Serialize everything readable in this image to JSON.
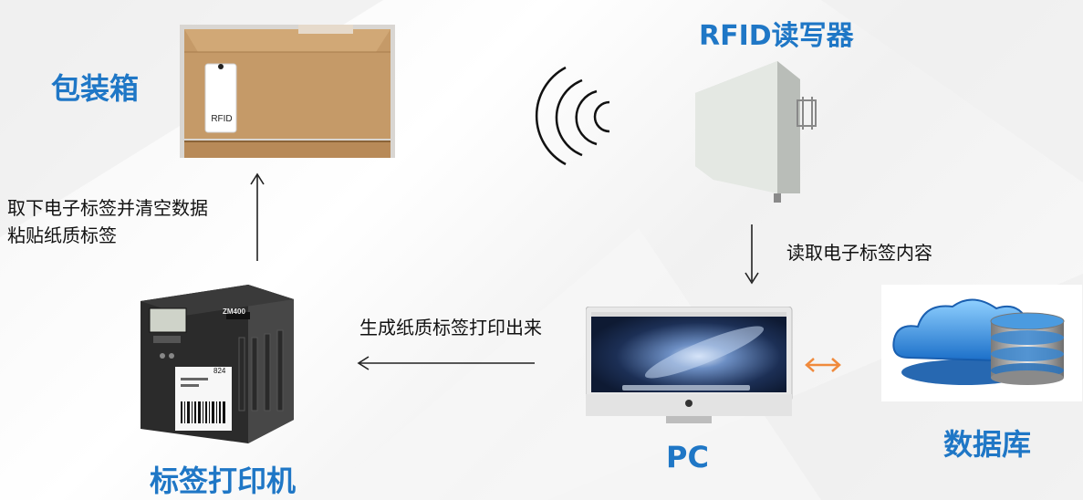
{
  "nodes": {
    "box": {
      "title": "包装箱",
      "tag_label": "RFID"
    },
    "reader": {
      "title": "RFID读写器"
    },
    "pc": {
      "title": "PC"
    },
    "database": {
      "title": "数据库"
    },
    "printer": {
      "title": "标签打印机",
      "model": "ZM400",
      "ticket_no": "824"
    }
  },
  "edges": {
    "printer_to_box": {
      "lines": [
        "取下电子标签并清空数据",
        "粘贴纸质标签"
      ]
    },
    "reader_to_pc": {
      "label": "读取电子标签内容"
    },
    "pc_to_printer": {
      "label": "生成纸质标签打印出来"
    },
    "pc_db": {
      "label": ""
    }
  },
  "colors": {
    "title_blue": "#1f77c6",
    "exchange_arrow": "#f08a3c",
    "arrow": "#222222"
  },
  "icons": {
    "box": "cardboard-box-with-rfid-tag",
    "reader": "rfid-panel-antenna",
    "signal": "radio-wave-arcs",
    "pc": "imac-computer",
    "database": "cloud-database",
    "printer": "label-printer"
  }
}
